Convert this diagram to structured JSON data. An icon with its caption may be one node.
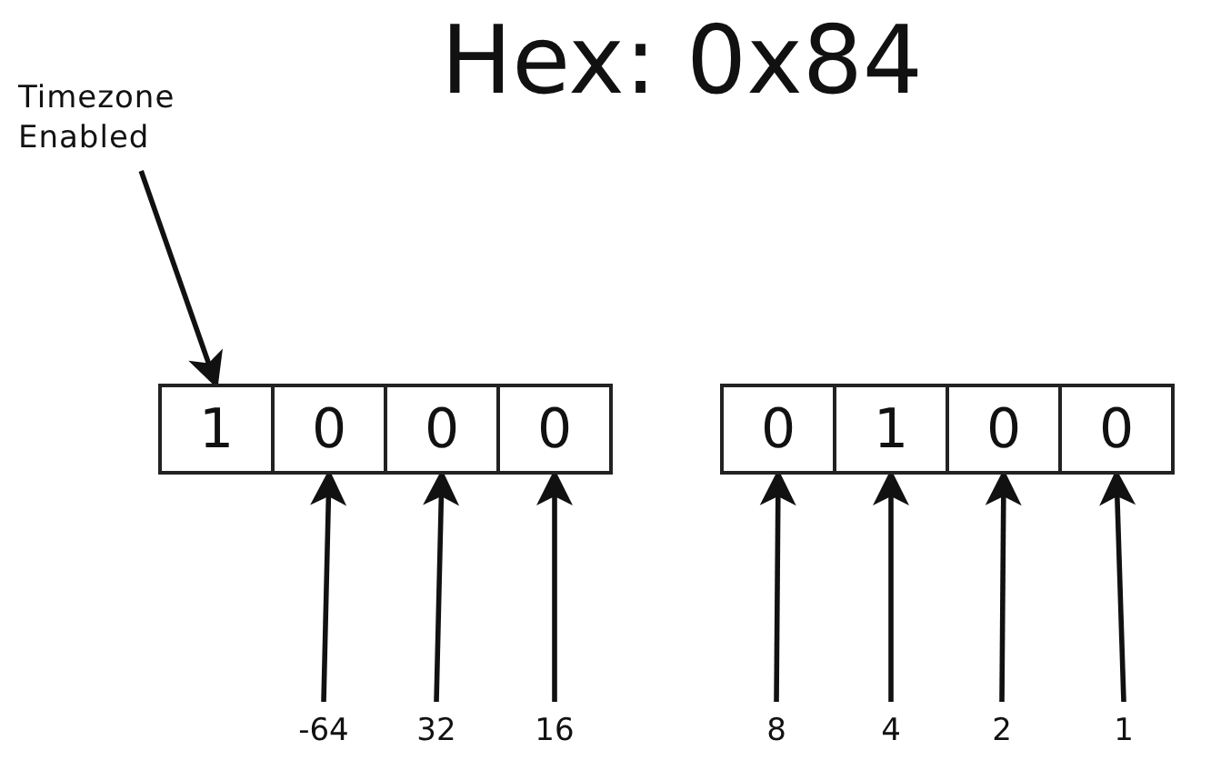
{
  "diagram": {
    "title": "Hex: 0x84",
    "nodes": [
      {
        "text": [
          "Timezone Enabled"
        ]
      },
      {
        "text": [
          "1"
        ]
      },
      {
        "text": [
          "0"
        ]
      },
      {
        "text": [
          "0"
        ]
      },
      {
        "text": [
          "0"
        ]
      },
      {
        "text": [
          "0"
        ]
      },
      {
        "text": [
          "1"
        ]
      },
      {
        "text": [
          "0"
        ]
      },
      {
        "text": [
          "0"
        ]
      },
      {
        "text": [
          "-64"
        ]
      },
      {
        "text": [
          "32"
        ]
      },
      {
        "text": [
          "16"
        ]
      },
      {
        "text": [
          "8"
        ]
      },
      {
        "text": [
          "4"
        ]
      },
      {
        "text": [
          "2"
        ]
      },
      {
        "text": [
          "1"
        ]
      }
    ],
    "edges": [
      {
        "from": 0,
        "to": 1,
        "arrow": "to"
      },
      {
        "from": 9,
        "to": 2,
        "arrow": "to"
      },
      {
        "from": 10,
        "to": 3,
        "arrow": "to"
      },
      {
        "from": 11,
        "to": 4,
        "arrow": "to"
      },
      {
        "from": 12,
        "to": 5,
        "arrow": "to"
      },
      {
        "from": 13,
        "to": 6,
        "arrow": "to"
      },
      {
        "from": 14,
        "to": 7,
        "arrow": "to"
      },
      {
        "from": 15,
        "to": 8,
        "arrow": "to"
      }
    ]
  }
}
